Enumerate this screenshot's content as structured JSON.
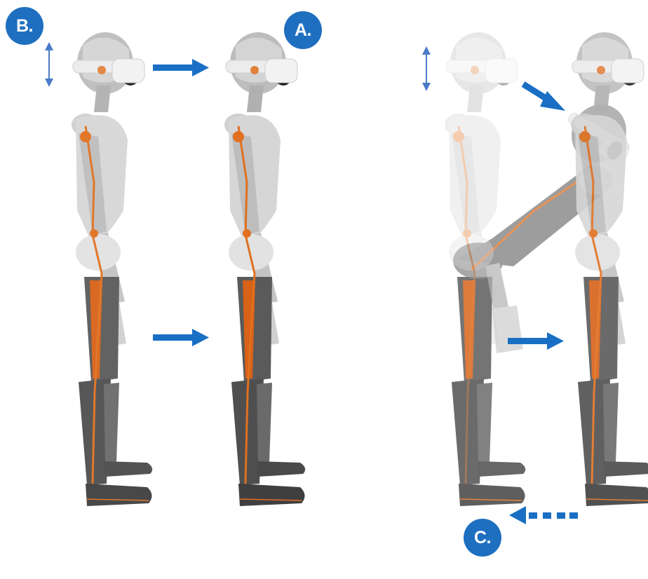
{
  "labels": {
    "a": "A.",
    "b": "B.",
    "c": "C."
  },
  "colors": {
    "badge": "#1f6fc0",
    "arrow": "#1a6fc4",
    "arrow_thin": "#4a7bc9",
    "bone": "#e0701f",
    "body_light": "#c9c9c9",
    "body_dark": "#595959",
    "headset": "#ebebeb"
  }
}
